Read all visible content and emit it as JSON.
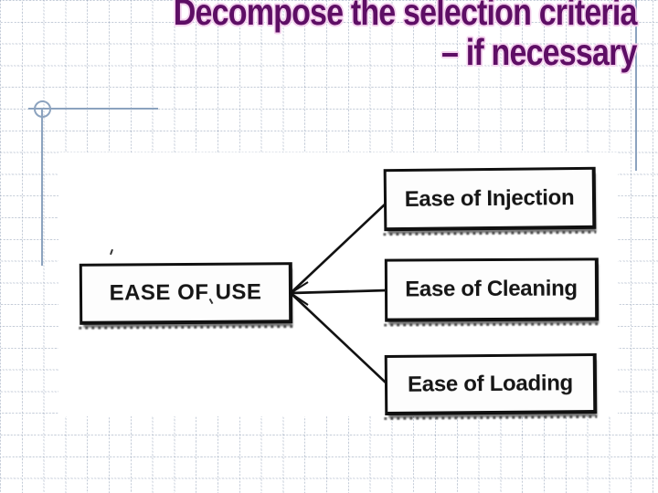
{
  "slide": {
    "title": {
      "line1": "Decompose the selection criteria",
      "line2": "– if necessary"
    },
    "colors": {
      "title-text": "#5e0e65",
      "title-halo": "#f4d2ee",
      "accent-line": "#8ca3bf",
      "box-border": "#101010",
      "box-text": "#161616"
    }
  },
  "diagram": {
    "type": "decomposition-tree",
    "root": {
      "label": "EASE OF USE"
    },
    "children": [
      {
        "label": "Ease of Injection"
      },
      {
        "label": "Ease of Cleaning"
      },
      {
        "label": "Ease of Loading"
      }
    ]
  }
}
